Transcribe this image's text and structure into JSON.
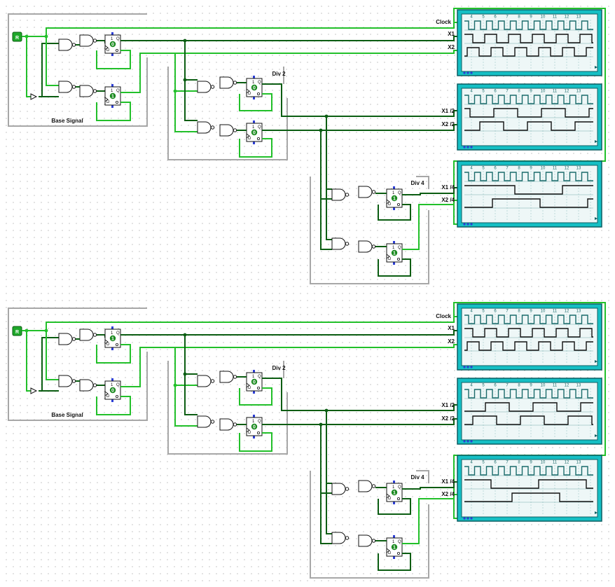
{
  "colors": {
    "wire_on": "#22c02a",
    "wire_off": "#0b5d12",
    "box": "#a7a7a7",
    "scope_frame": "#15bfc4",
    "scope_dark": "#0d5f63",
    "wave": "#1a6b6b",
    "wave_x": "#111111",
    "pin": "#2d3fd6"
  },
  "clock_pin_label": "R",
  "blocks": [
    {
      "base_label": "Base Signal",
      "div2_label": "Div 2",
      "div4_label": "Div 4",
      "ff_values": [
        "0",
        "1",
        "0",
        "0",
        "1",
        "1"
      ],
      "signals": [
        "Clock",
        "X1",
        "X2",
        "X1 /2",
        "X2 /2",
        "X1 /4",
        "X2 /4"
      ],
      "ticks": [
        "4",
        "5",
        "6",
        "7",
        "8",
        "9",
        "10",
        "11",
        "12",
        "13"
      ]
    },
    {
      "base_label": "Base Signal",
      "div2_label": "Div 2",
      "div4_label": "Div 4",
      "ff_values": [
        "1",
        "0",
        "0",
        "0",
        "1",
        "1"
      ],
      "signals": [
        "Clock",
        "X1",
        "X2",
        "X1 /2",
        "X2 /2",
        "X1 /4",
        "X2 /4"
      ],
      "ticks": [
        "4",
        "5",
        "6",
        "7",
        "8",
        "9",
        "10",
        "11",
        "12",
        "13"
      ]
    }
  ]
}
